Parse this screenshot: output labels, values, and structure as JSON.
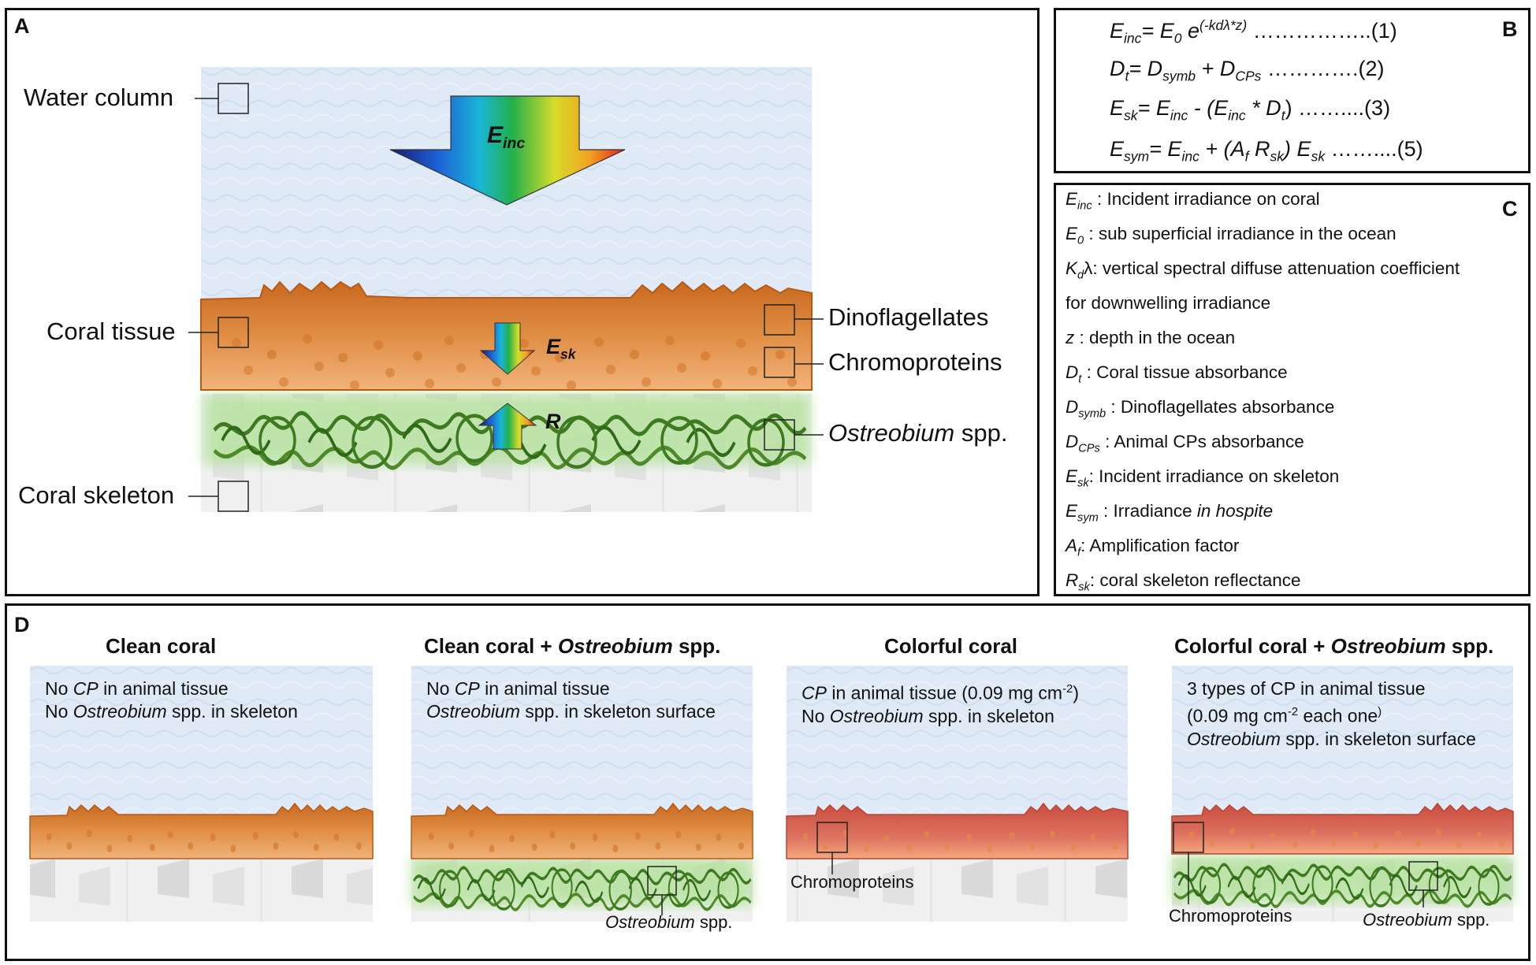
{
  "panels": {
    "a": "A",
    "b": "B",
    "c": "C",
    "d": "D"
  },
  "panel_a": {
    "labels": {
      "water_column": "Water column",
      "coral_tissue": "Coral tissue",
      "coral_skeleton": "Coral skeleton",
      "dinoflagellates": "Dinoflagellates",
      "chromoproteins": "Chromoproteins",
      "ostreobium": "Ostreobium",
      "spp": "spp."
    },
    "arrows": {
      "e_inc_main": "E",
      "e_inc_sub": "inc",
      "e_sk_main": "E",
      "e_sk_sub": "sk",
      "r": "R"
    }
  },
  "panel_b": {
    "eq1_lhs": "E",
    "eq1_lhs_sub": "inc",
    "eq1_mid": "= E",
    "eq1_mid_sub": "0",
    "eq1_e": " e",
    "eq1_sup": "(-kdλ*z)",
    "eq1_num": " ……………..(1)",
    "eq2_lhs": "D",
    "eq2_lhs_sub": "t",
    "eq2_a": "= D",
    "eq2_a_sub": "symb",
    "eq2_b": " + D",
    "eq2_b_sub": "CPs",
    "eq2_num": " ………….(2)",
    "eq3_lhs": "E",
    "eq3_lhs_sub": "sk",
    "eq3_a": "= E",
    "eq3_a_sub": "inc",
    "eq3_b": " - (E",
    "eq3_b_sub": "inc",
    "eq3_c": " * D",
    "eq3_c_sub": "t",
    "eq3_num": ") ……....(3)",
    "eq5_lhs": "E",
    "eq5_lhs_sub": "sym",
    "eq5_a": "= E",
    "eq5_a_sub": "inc",
    "eq5_b": " + (A",
    "eq5_b_sub": "f",
    "eq5_c": " R",
    "eq5_c_sub": "sk",
    "eq5_d": ") E",
    "eq5_d_sub": "sk",
    "eq5_num": " ……....(5)"
  },
  "panel_c": {
    "definitions": [
      {
        "sym": "E",
        "sub": "inc",
        "text": " : Incident irradiance on coral"
      },
      {
        "sym": "E",
        "sub": "0",
        "text": " : sub superficial irradiance in the ocean"
      },
      {
        "sym": "K",
        "sub": "d",
        "text": "λ:  vertical  spectral  diffuse  attenuation  coefficient"
      },
      {
        "sym": "",
        "sub": "",
        "text": "for downwelling irradiance"
      },
      {
        "sym": "z",
        "sub": "",
        "text": " : depth in the ocean"
      },
      {
        "sym": "D",
        "sub": "t",
        "text": " : Coral tissue absorbance"
      },
      {
        "sym": "D",
        "sub": "symb",
        "text": " : Dinoflagellates absorbance"
      },
      {
        "sym": "D",
        "sub": "CPs",
        "text": " : Animal CPs absorbance"
      },
      {
        "sym": "E",
        "sub": "sk",
        "text": ": Incident irradiance on skeleton"
      },
      {
        "sym": "E",
        "sub": "sym",
        "text": " : Irradiance ",
        "italic_tail": "in hospite"
      },
      {
        "sym": "A",
        "sub": "f",
        "text": ": Amplification factor"
      },
      {
        "sym": "R",
        "sub": "sk",
        "text": ": coral skeleton reflectance"
      }
    ]
  },
  "panel_d": {
    "scenarios": [
      {
        "title": "Clean coral",
        "title_italic": "",
        "title_tail": "",
        "line1_a": "No ",
        "line1_i": "CP",
        "line1_b": " in animal tissue",
        "line2_a": "No ",
        "line2_i": "Ostreobium",
        "line2_b": " spp. in skeleton"
      },
      {
        "title": "Clean coral + ",
        "title_italic": "Ostreobium",
        "title_tail": " spp.",
        "line1_a": "No ",
        "line1_i": "CP",
        "line1_b": " in animal tissue",
        "line2_a": "",
        "line2_i": "Ostreobium",
        "line2_b": " spp. in skeleton surface",
        "label_i": "Ostreobium",
        "label_b": " spp."
      },
      {
        "title": "Colorful coral",
        "title_italic": "",
        "title_tail": "",
        "line1_a": "",
        "line1_i": "CP",
        "line1_b": " in animal tissue (0.09 mg cm",
        "line1_sup": "-2",
        "line1_c": ")",
        "line2_a": "No ",
        "line2_i": "Ostreobium",
        "line2_b": " spp. in skeleton",
        "label": "Chromoproteins"
      },
      {
        "title": "Colorful coral + ",
        "title_italic": "Ostreobium",
        "title_tail": " spp.",
        "line1": "3 types of CP in animal tissue",
        "line2_a": "(0.09 mg cm",
        "line2_sup": "-2",
        "line2_b": " each one",
        "line3_i": "Ostreobium",
        "line3_b": " spp. in skeleton surface",
        "label": "Chromoproteins",
        "label2_i": "Ostreobium",
        "label2_b": " spp."
      }
    ]
  },
  "colors": {
    "water": "#dde9f6",
    "tissue": "#de8a3a",
    "tissue_pink": "#d96a5a",
    "algae": "#3f7d22",
    "algae_glow": "#b7e3a0",
    "skeleton": "#eeeeee"
  }
}
